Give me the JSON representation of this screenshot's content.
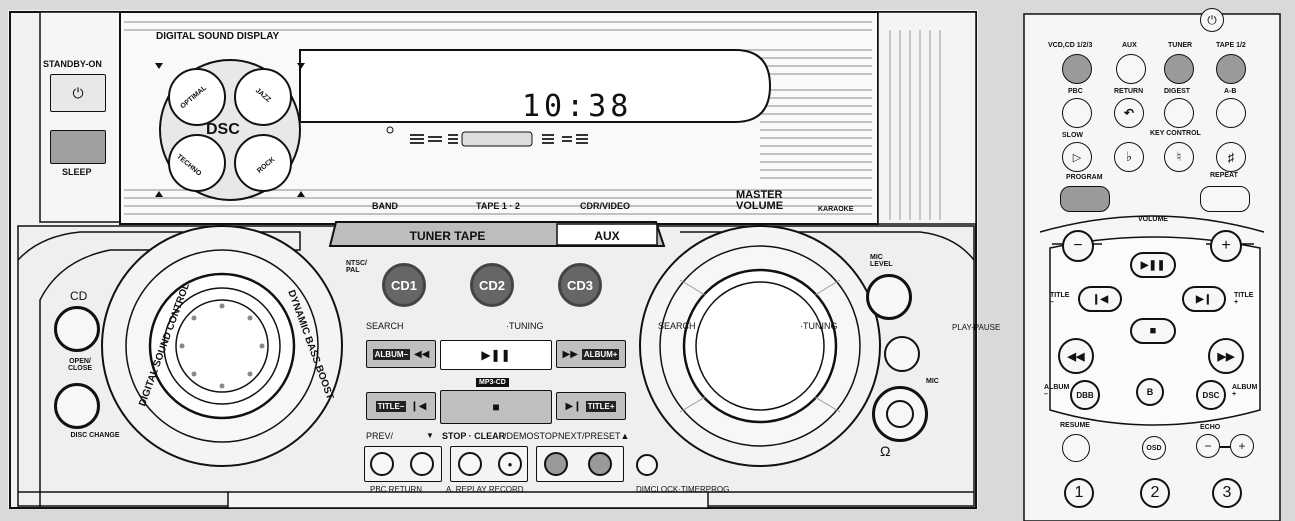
{
  "main_unit": {
    "standby_label": "STANDBY-ON",
    "sleep_label": "SLEEP",
    "display_title": "DIGITAL SOUND DISPLAY",
    "dsc_center": "DSC",
    "dsc_modes": [
      "OPTIMAL",
      "JAZZ",
      "TECHNO",
      "ROCK"
    ],
    "clock_readout": "10:38",
    "band_label": "BAND",
    "tape_label": "TAPE 1 · 2",
    "cdr_label": "CDR/VIDEO",
    "master_volume_label": "MASTER VOLUME",
    "karaoke_label": "KARAOKE",
    "source_tuner": "TUNER TAPE",
    "source_aux": "AUX",
    "ntsc_label": "NTSC/ PAL",
    "cd1": "CD1",
    "cd2": "CD2",
    "cd3": "CD3",
    "cd_label": "CD",
    "open_close_label": "OPEN/ CLOSE",
    "disc_change_label": "DISC CHANGE",
    "dsc_ring": "DIGITAL SOUND CONTROL",
    "dbb_ring": "DYNAMIC BASS BOOST",
    "search_left": "SEARCH",
    "tuning_mid": "·TUNING",
    "search_right": "SEARCH",
    "tuning_right": "·TUNING",
    "album_minus": "ALBUM–",
    "album_plus": "ALBUM+",
    "mp3cd_label": "MP3-CD",
    "title_minus": "TITLE–",
    "title_plus": "TITLE+",
    "prev_label": "PREV/",
    "stop_label": "STOP · CLEAR",
    "demostop_label": "/DEMOSTOP",
    "next_label": "NEXT/PRESET▲",
    "pbc_return_label": "PBC RETURN",
    "replay_record_label": "A. REPLAY RECORD",
    "dim_label": "DIMCLOCK·TIMERPROG",
    "mic_level_label": "MIC LEVEL",
    "mic_label": "MIC",
    "play_pause_label": "PLAY-PAUSE"
  },
  "remote": {
    "row1": [
      "VCD,CD 1/2/3",
      "AUX",
      "TUNER",
      "TAPE 1/2"
    ],
    "row2": [
      "PBC",
      "RETURN",
      "DIGEST",
      "A-B"
    ],
    "slow_label": "SLOW",
    "key_control_label": "KEY CONTROL",
    "program_label": "PROGRAM",
    "repeat_label": "REPEAT",
    "volume_label": "VOLUME",
    "title_minus": "TITLE –",
    "title_plus": "TITLE +",
    "album_minus": "ALBUM –",
    "album_plus": "ALBUM +",
    "dbb": "DBB",
    "b": "B",
    "dsc": "DSC",
    "resume_label": "RESUME",
    "echo_label": "ECHO",
    "osd": "OSD",
    "numbers": [
      "1",
      "2",
      "3"
    ]
  }
}
